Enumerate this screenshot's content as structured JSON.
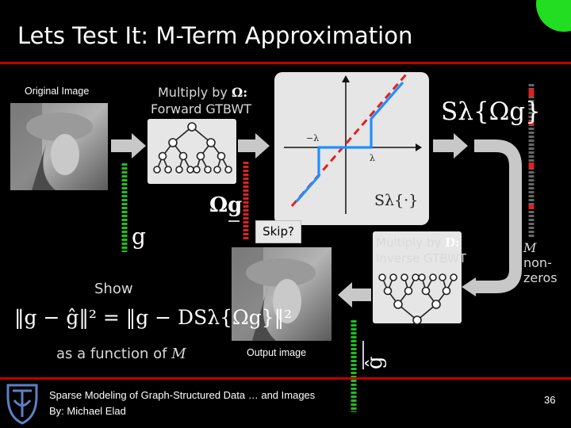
{
  "slide": {
    "title": "Lets Test It: M-Term Approximation",
    "page_number": "36",
    "footer_line1": "Sparse Modeling of Graph-Structured Data … and Images",
    "footer_line2": "By: Michael Elad"
  },
  "labels": {
    "original_image": "Original Image",
    "output_image": "Output image",
    "forward_line1": "Multiply by ",
    "forward_sym": "Ω:",
    "forward_line2": "Forward GTBWT",
    "inverse_line1": "Multiply by ",
    "inverse_sym": "D:",
    "inverse_line2": "Inverse GTBWT",
    "skip": "Skip?",
    "omega_g": "Ωg",
    "g_label": "g",
    "ghat_label": "ĝ",
    "s_lambda_omega_g": "Sλ{Ωg}",
    "s_lambda_dot": "Sλ{·}",
    "neg_lambda": "−λ",
    "lambda": "λ",
    "m_nonzeros_m": "M",
    "m_nonzeros_1": "non-",
    "m_nonzeros_2": "zeros",
    "show": "Show",
    "formula": "‖g − ĝ‖² = ‖g − DSλ{Ωg}‖²",
    "as_function": "as a function of ",
    "as_function_m": "M"
  },
  "colors": {
    "rule": "#c00000",
    "vector_green": "#1fbf1f",
    "vector_red": "#dd2222",
    "vector_gray": "#666666",
    "shrink_blue": "#1e90ff",
    "dashed_red": "#e02020",
    "arrow_gray": "#c8c8c8",
    "panel_gray": "#e6e6e6"
  },
  "icons": {
    "tree_forward": "binary-tree-icon",
    "tree_inverse": "binary-tree-icon",
    "technion_logo": "technion-logo",
    "photo": "lena-photo"
  }
}
